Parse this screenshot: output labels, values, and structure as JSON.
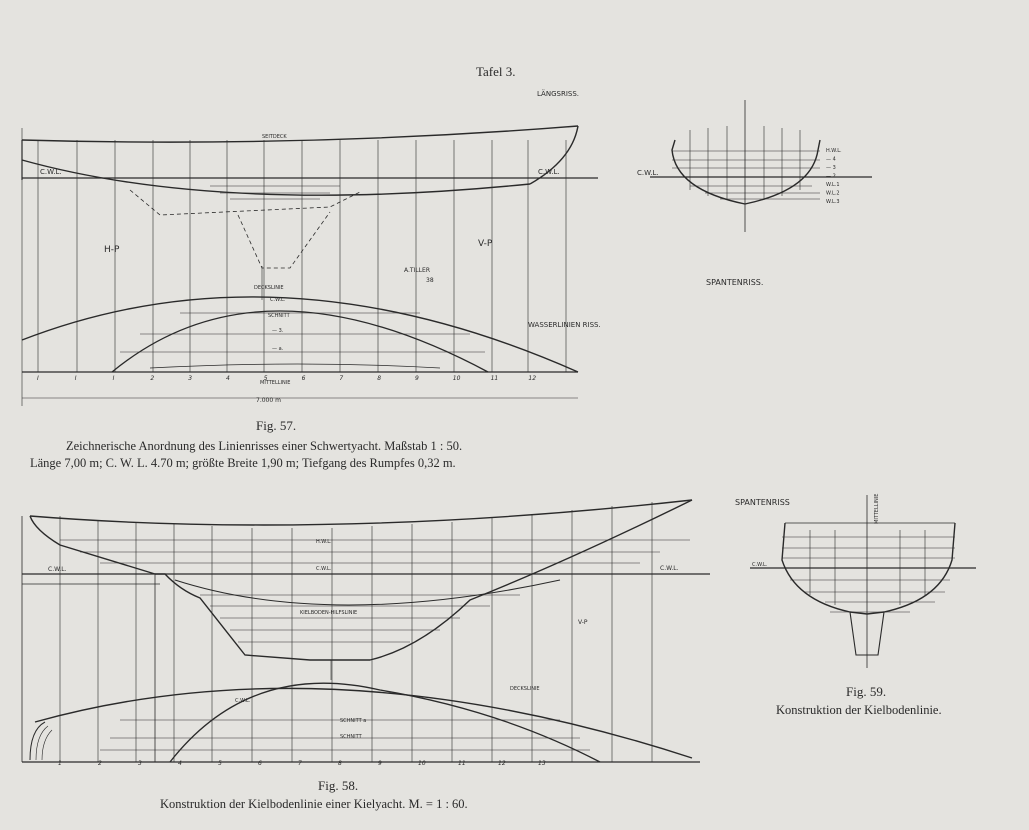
{
  "plate": {
    "title": "Tafel 3.",
    "paper_color": "#e4e3df",
    "ink_color": "#2a2a2a"
  },
  "fig57": {
    "number": "Fig. 57.",
    "caption_line1": "Zeichnerische Anordnung des Linienrisses einer Schwertyacht. Maßstab 1 : 50.",
    "caption_line2": "Länge 7,00 m;  C. W. L. 4.70 m;  größte Breite 1,90 m;  Tiefgang des Rumpfes 0,32 m.",
    "label_laengsriss": "LÄNGSRISS.",
    "label_wasserlinienriss": "WASSERLINIEN RISS.",
    "label_seitdeck": "SEITDECK",
    "label_cwl_left": "C.W.L.",
    "label_cwl_right": "C.W.L.",
    "label_hp": "H-P",
    "label_vp": "V-P",
    "label_deckslinie": "DECKSLINIE",
    "label_cwl_plan": "C.W.L.",
    "label_schnitt": "SCHNITT",
    "label_3": "— 3.",
    "label_a": "— a.",
    "label_mittellinie": "MITTELLINIE",
    "label_length": "7.000 m",
    "label_a_tiller": "A.TILLER",
    "label_38": "38",
    "stations": [
      "I",
      "I",
      "I",
      "2",
      "3",
      "4",
      "5",
      "6",
      "7",
      "8",
      "9",
      "10",
      "11",
      "12"
    ]
  },
  "spantenriss_top": {
    "label": "SPANTENRISS.",
    "label_cwl": "C.W.L.",
    "wl_labels": [
      "H.W.L.",
      "— 4",
      "— 3",
      "— 2",
      "W.L.1",
      "W.L.2",
      "W.L.3"
    ]
  },
  "fig58": {
    "number": "Fig. 58.",
    "caption": "Konstruktion der Kielbodenlinie einer Kielyacht.  M. = 1 : 60.",
    "label_cwl_left": "C.W.L.",
    "label_cwl_right": "C.W.L.",
    "label_hwl": "H.W.L.",
    "label_cwl_mid": "C.W.L.",
    "label_kielboden": "KIELBODEN-HILFSLINIE",
    "label_deckslinie": "DECKSLINIE",
    "label_cwl_plan": "C.W.L.",
    "label_schnitt_a": "SCHNITT a",
    "label_schnitt": "SCHNITT",
    "label_vp": "V-P",
    "stations": [
      "1",
      "2",
      "3",
      "4",
      "5",
      "6",
      "7",
      "8",
      "9",
      "10",
      "11",
      "12",
      "13"
    ]
  },
  "fig59": {
    "number": "Fig. 59.",
    "caption": "Konstruktion der Kielbodenlinie.",
    "label": "SPANTENRISS",
    "label_cwl": "C.W.L.",
    "label_mittellinie": "MITTELLINIE"
  }
}
